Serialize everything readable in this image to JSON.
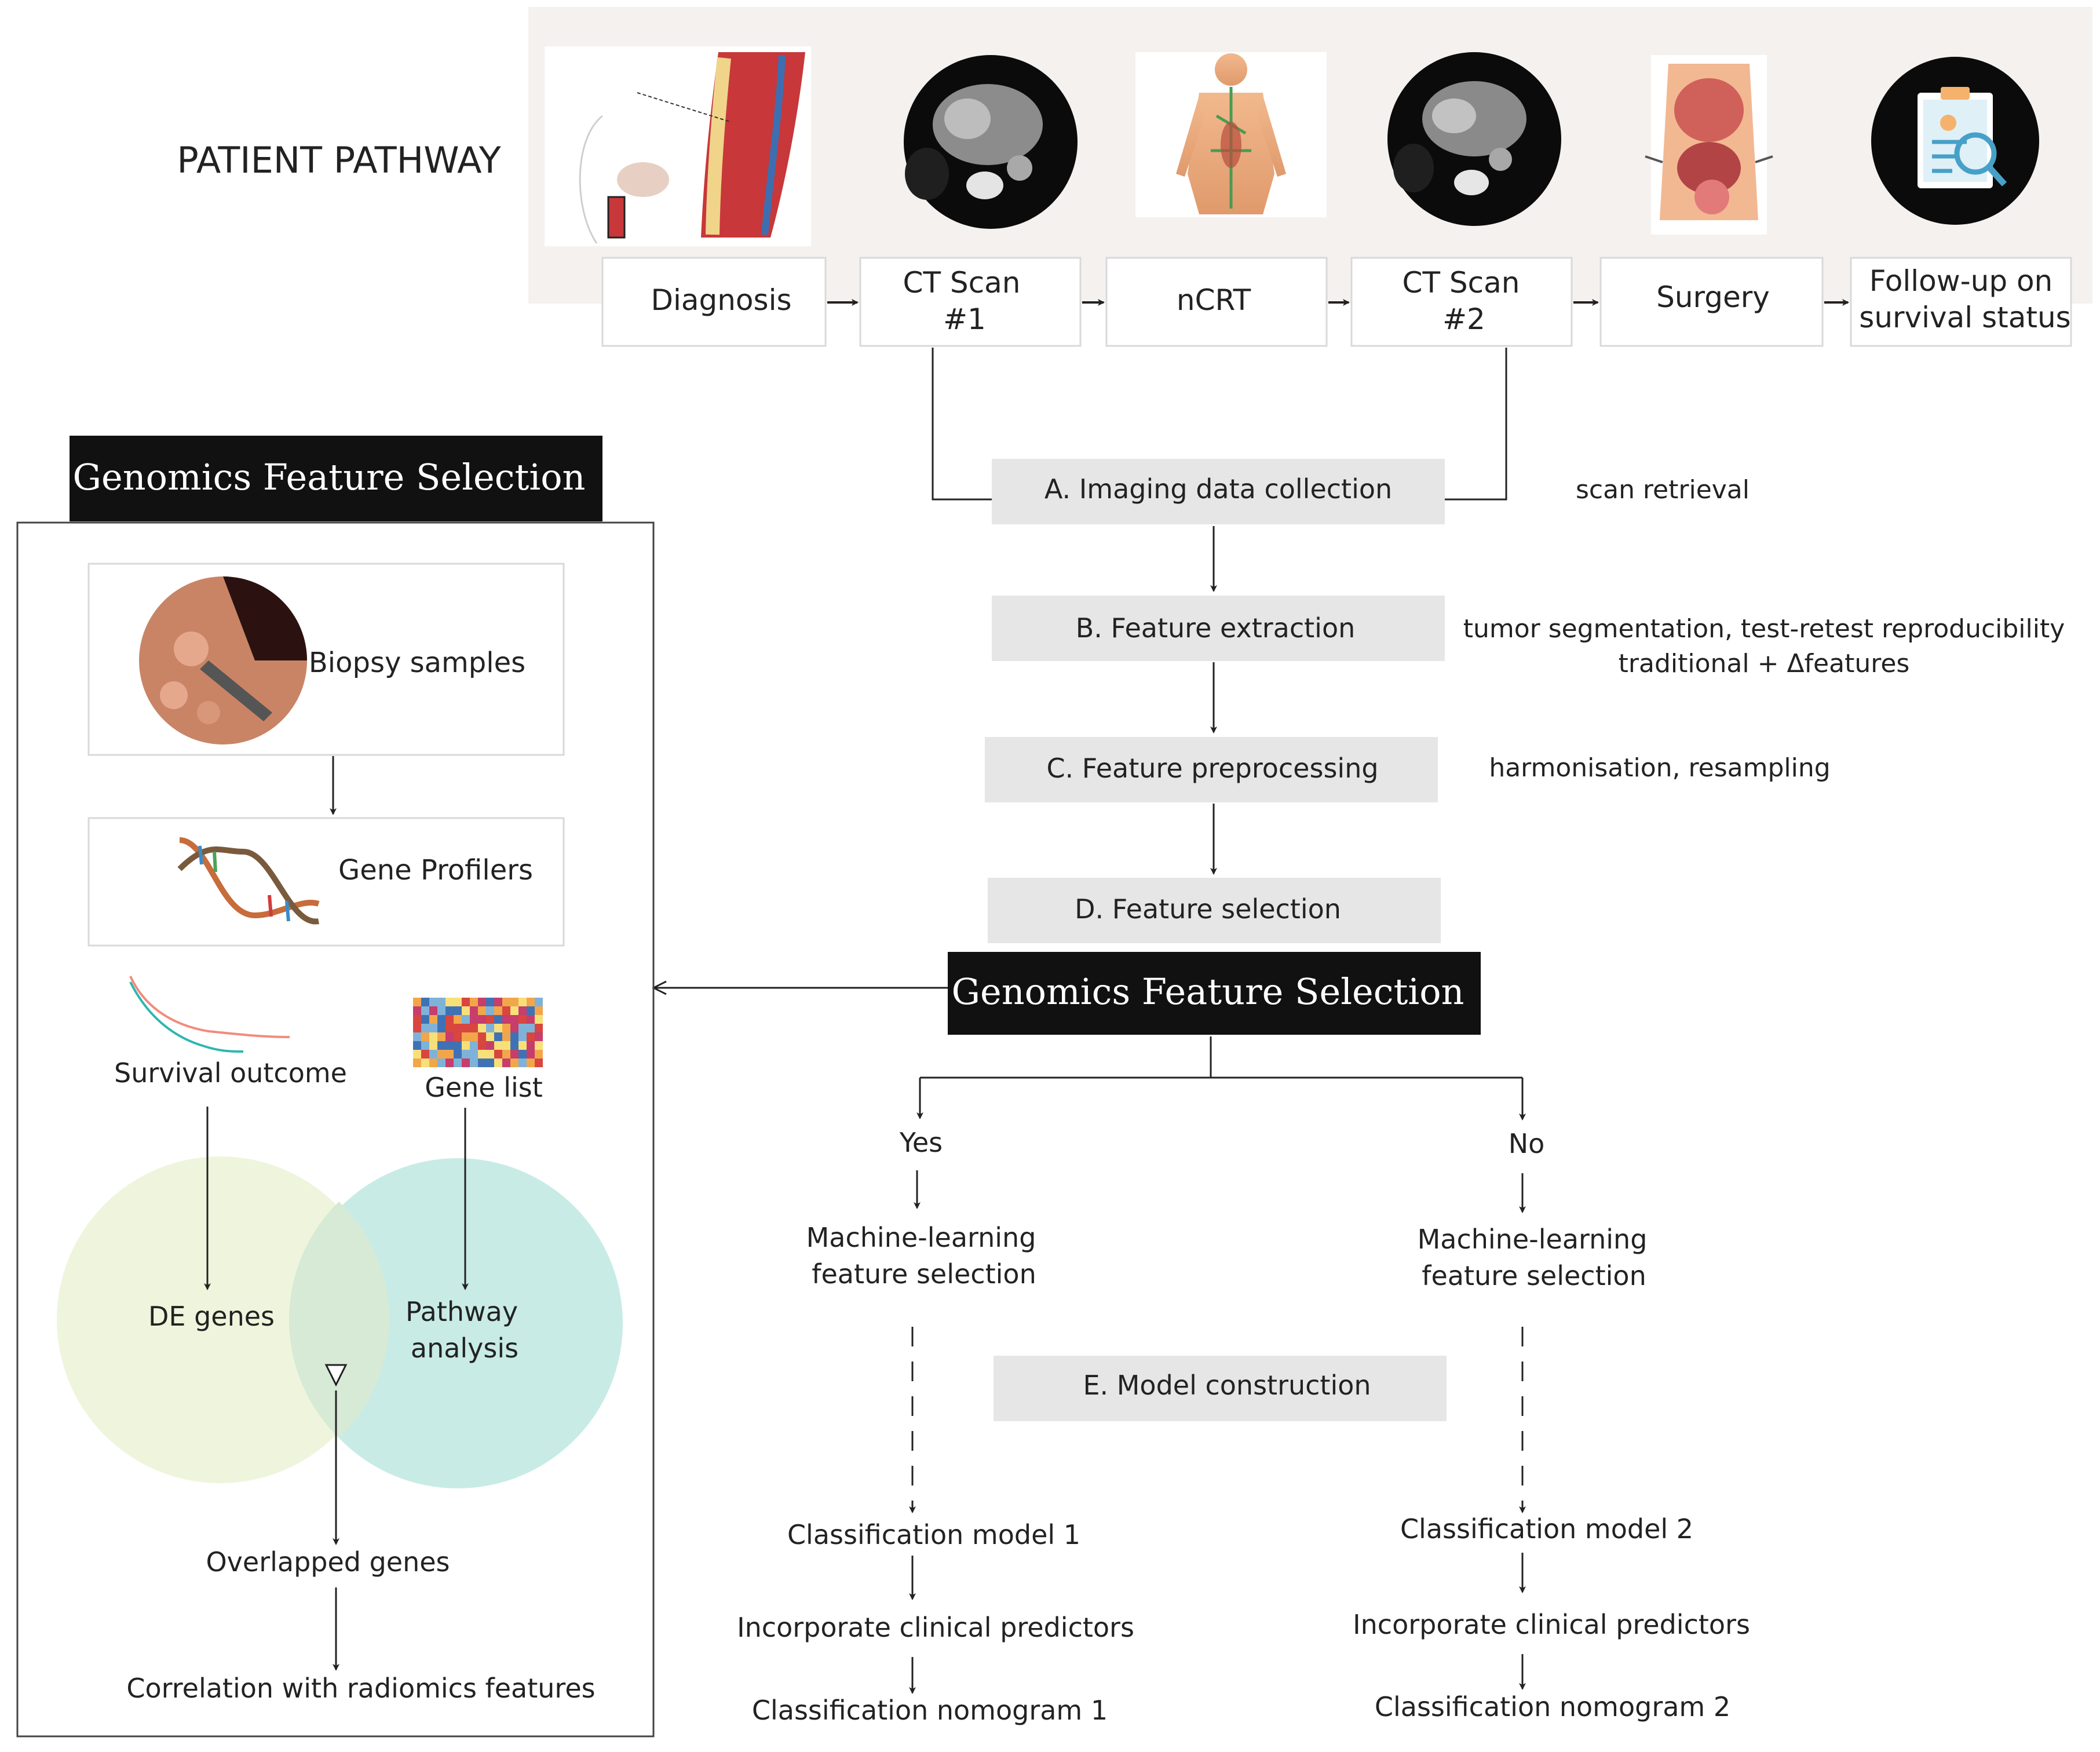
{
  "title": "PATIENT PATHWAY",
  "pathway": [
    {
      "label1": "Diagnosis",
      "label2": ""
    },
    {
      "label1": "CT Scan",
      "label2": "#1"
    },
    {
      "label1": "nCRT",
      "label2": ""
    },
    {
      "label1": "CT Scan",
      "label2": "#2"
    },
    {
      "label1": "Surgery",
      "label2": ""
    },
    {
      "label1": "Follow-up on",
      "label2": "survival status"
    }
  ],
  "steps": {
    "a": "A. Imaging data collection",
    "b": "B. Feature extraction",
    "c": "C. Feature preprocessing",
    "d": "D. Feature selection",
    "e": "E. Model construction"
  },
  "notes": {
    "a": "scan retrieval",
    "b1": "tumor segmentation, test-retest reproducibility",
    "b2": "traditional + Δfeatures",
    "c": "harmonisation, resampling"
  },
  "genomics_title": "Genomics Feature Selection",
  "left_panel": {
    "biopsy": "Biopsy samples",
    "gene_profilers": "Gene Profilers",
    "survival": "Survival outcome",
    "gene_list": "Gene list",
    "de_genes": "DE genes",
    "pathway1": "Pathway",
    "pathway2": "analysis",
    "overlapped": "Overlapped genes",
    "correlation": "Correlation with radiomics features"
  },
  "branches": {
    "yes": "Yes",
    "no": "No",
    "ml1": "Machine-learning",
    "ml2": "feature selection",
    "model1": "Classification model 1",
    "model2": "Classification model 2",
    "clinical": "Incorporate clinical predictors",
    "nomogram1": "Classification nomogram 1",
    "nomogram2": "Classification nomogram 2"
  },
  "colors": {
    "pathway_bg": "#f5f1ef",
    "step_box": "#e6e6e6",
    "black_box": "#111111",
    "venn_left": "#eef5dc",
    "venn_right": "#c8ebe6"
  }
}
